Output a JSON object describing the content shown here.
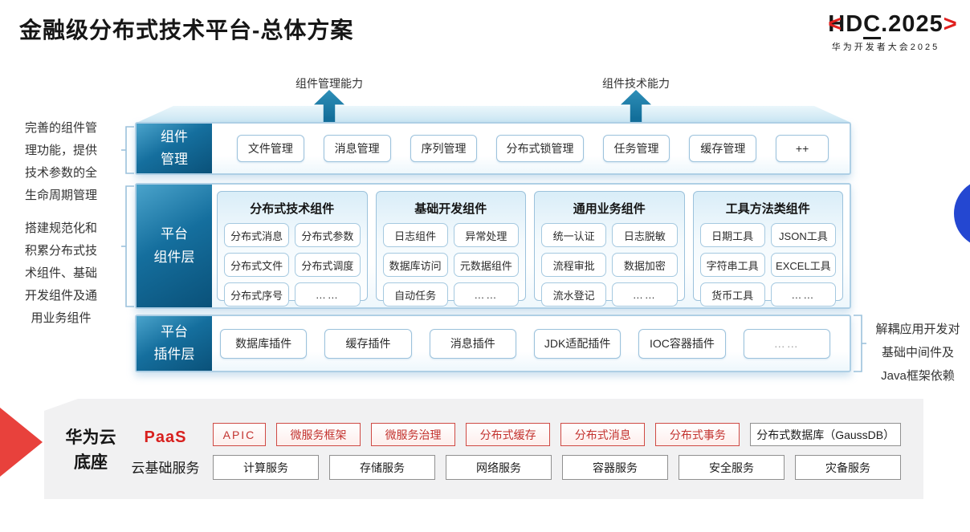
{
  "title": "金融级分布式技术平台-总体方案",
  "logo": {
    "bracket_left": "<",
    "text_hd": "HD",
    "text_c": "C",
    "text_rest": ".2025",
    "bracket_right": ">",
    "subtitle": "华为开发者大会2025"
  },
  "arrows": [
    {
      "label": "组件管理能力"
    },
    {
      "label": "组件技术能力"
    }
  ],
  "left_notes": [
    "完善的组件管\n理功能，提供\n技术参数的全\n生命周期管理",
    "搭建规范化和\n积累分布式技\n术组件、基础\n开发组件及通\n用业务组件"
  ],
  "right_note": "解耦应用开发对\n基础中间件及\nJava框架依赖",
  "rows": {
    "component_mgmt": {
      "label": "组件\n管理",
      "items": [
        "文件管理",
        "消息管理",
        "序列管理",
        "分布式锁管理",
        "任务管理",
        "缓存管理",
        "++"
      ]
    },
    "platform_components": {
      "label": "平台\n组件层",
      "groups": [
        {
          "title": "分布式技术组件",
          "items": [
            "分布式消息",
            "分布式参数",
            "分布式文件",
            "分布式调度",
            "分布式序号",
            "……"
          ]
        },
        {
          "title": "基础开发组件",
          "items": [
            "日志组件",
            "异常处理",
            "数据库访问",
            "元数据组件",
            "自动任务",
            "……"
          ]
        },
        {
          "title": "通用业务组件",
          "items": [
            "统一认证",
            "日志脱敏",
            "流程审批",
            "数据加密",
            "流水登记",
            "……"
          ]
        },
        {
          "title": "工具方法类组件",
          "items": [
            "日期工具",
            "JSON工具",
            "字符串工具",
            "EXCEL工具",
            "货币工具",
            "……"
          ]
        }
      ]
    },
    "platform_plugins": {
      "label": "平台\n插件层",
      "items": [
        "数据库插件",
        "缓存插件",
        "消息插件",
        "JDK适配插件",
        "IOC容器插件",
        "……"
      ]
    }
  },
  "foundation": {
    "label": "华为云\n底座",
    "paas": {
      "label": "PaaS",
      "items": [
        "APIC",
        "微服务框架",
        "微服务治理",
        "分布式缓存",
        "分布式消息",
        "分布式事务"
      ],
      "db_item": "分布式数据库（GaussDB）"
    },
    "iaas": {
      "label": "云基础服务",
      "items": [
        "计算服务",
        "存储服务",
        "网络服务",
        "容器服务",
        "安全服务",
        "灾备服务"
      ]
    }
  },
  "colors": {
    "teal": "#116b98",
    "red": "#e0201e",
    "red-border": "#cf4a44",
    "lblue": "#9cc2dc",
    "label-g1": "#4aa3cb",
    "label-g2": "#0a5179",
    "panel": "#f1f1f2",
    "circle": "#2447d1"
  }
}
